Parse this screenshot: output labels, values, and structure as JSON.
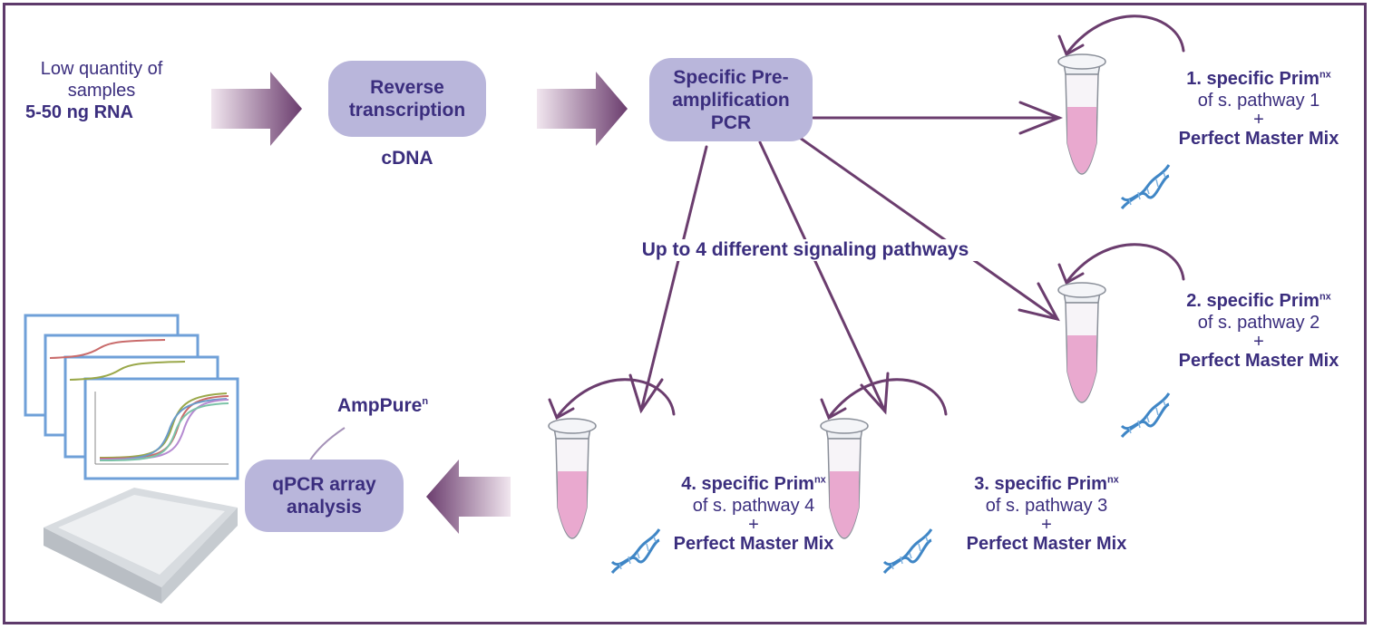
{
  "input": {
    "line1": "Low quantity of",
    "line2": "samples",
    "line3": "5-50 ng RNA"
  },
  "rt_box": {
    "line1": "Reverse",
    "line2": "transcription"
  },
  "cdna_label": "cDNA",
  "preamp_box": {
    "line1": "Specific Pre-",
    "line2": "amplification",
    "line3": "PCR"
  },
  "pathways_label": "Up to 4 different signaling pathways",
  "ampure": {
    "text": "AmpPure",
    "sup": "n"
  },
  "qpcr_box": {
    "line1": "qPCR array",
    "line2": "analysis"
  },
  "pathways": [
    {
      "title": "1. specific Prim",
      "sup": "nx",
      "sub": "of s. pathway 1",
      "plus": "+",
      "mix": "Perfect Master Mix"
    },
    {
      "title": "2. specific Prim",
      "sup": "nx",
      "sub": "of s. pathway 2",
      "plus": "+",
      "mix": "Perfect Master Mix"
    },
    {
      "title": "3. specific Prim",
      "sup": "nx",
      "sub": "of s. pathway 3",
      "plus": "+",
      "mix": "Perfect Master Mix"
    },
    {
      "title": "4. specific Prim",
      "sup": "nx",
      "sub": "of s. pathway 4",
      "plus": "+",
      "mix": "Perfect Master Mix"
    }
  ],
  "colors": {
    "text": "#3b2e7e",
    "box": "#b9b6db",
    "arrow": "#6b3d6e",
    "frame": "#5e3a6b",
    "liquid": "#e9a9cf"
  }
}
